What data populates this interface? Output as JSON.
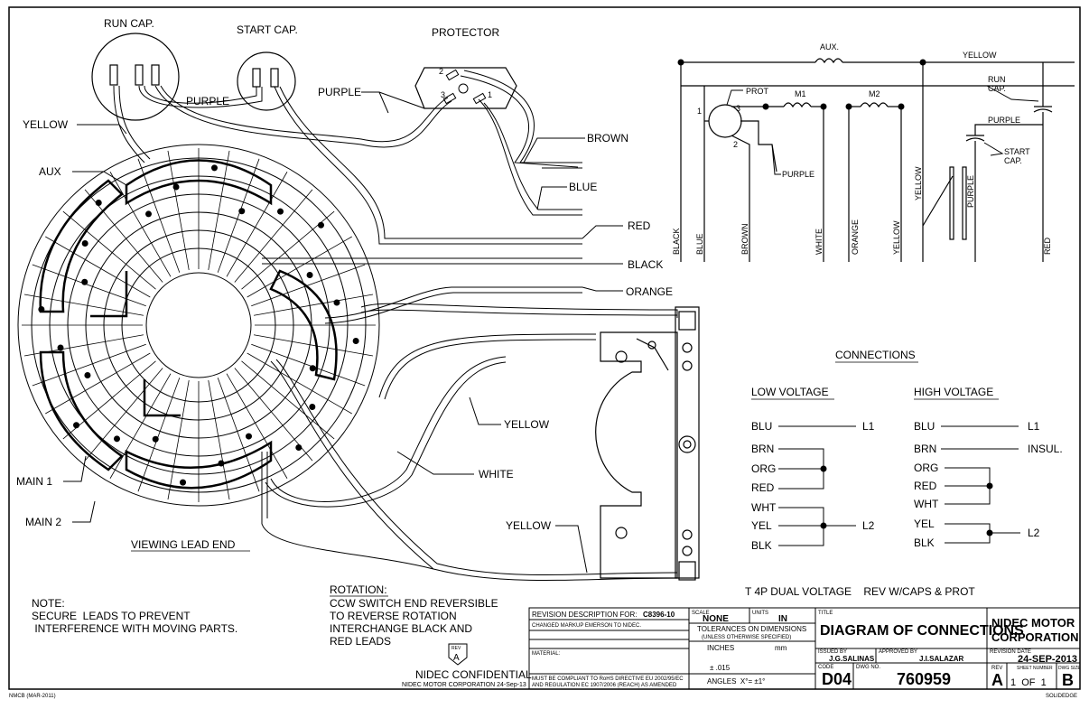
{
  "left_diagram": {
    "cap_labels": {
      "run": "RUN CAP.",
      "start": "START CAP.",
      "protector": "PROTECTOR"
    },
    "protector_terminals": [
      "2",
      "3",
      "1"
    ],
    "wire_labels": {
      "purple_caps": "PURPLE",
      "purple_prot": "PURPLE",
      "yellow_top": "YELLOW",
      "aux": "AUX",
      "main1": "MAIN 1",
      "main2": "MAIN 2",
      "brown": "BROWN",
      "blue": "BLUE",
      "red": "RED",
      "black": "BLACK",
      "orange": "ORANGE",
      "yellow_mid": "YELLOW",
      "white": "WHITE",
      "yellow_low": "YELLOW"
    },
    "viewing": "VIEWING LEAD END"
  },
  "schematic": {
    "aux": "AUX.",
    "yellow_top": "YELLOW",
    "run_cap": [
      "RUN",
      "CAP."
    ],
    "purple_right": "PURPLE",
    "start_cap": [
      "START",
      "CAP."
    ],
    "prot": "PROT",
    "prot_terminals": [
      "1",
      "3",
      "2"
    ],
    "m1": "M1",
    "m2": "M2",
    "purple_prot": "PURPLE",
    "verticals": [
      "BLACK",
      "BLUE",
      "BROWN",
      "WHITE",
      "ORANGE",
      "YELLOW",
      "YELLOW",
      "PURPLE",
      "RED"
    ]
  },
  "connections": {
    "title": "CONNECTIONS",
    "low": {
      "title": "LOW VOLTAGE",
      "rows": [
        "BLU",
        "BRN",
        "ORG",
        "RED",
        "WHT",
        "YEL",
        "BLK"
      ],
      "l1": "L1",
      "l2": "L2"
    },
    "high": {
      "title": "HIGH VOLTAGE",
      "rows": [
        "BLU",
        "BRN",
        "ORG",
        "RED",
        "WHT",
        "YEL",
        "BLK"
      ],
      "l1": "L1",
      "insul": "INSUL.",
      "l2": "L2"
    },
    "subtitle": "T 4P DUAL VOLTAGE    REV W/CAPS & PROT"
  },
  "notes": {
    "note_head": "NOTE:",
    "note_lines": [
      "SECURE  LEADS TO PREVENT",
      " INTERFERENCE WITH MOVING PARTS."
    ],
    "rotation_head": "ROTATION:",
    "rotation_lines": [
      "CCW SWITCH END REVERSIBLE",
      "TO REVERSE ROTATION",
      "INTERCHANGE BLACK AND",
      "RED LEADS"
    ],
    "rev_badge_head": "REV",
    "rev_badge_letter": "A",
    "confidential": "NIDEC CONFIDENTIAL",
    "confidential_sub": "NIDEC MOTOR CORPORATION 24-Sep-13"
  },
  "title_block": {
    "rev_desc_label": "REVISION DESCRIPTION FOR:",
    "rev_desc_num": "C8396-10",
    "rev_desc_text": "CHANGED MARKUP EMERSON TO NIDEC.",
    "material_label": "MATERIAL:",
    "rohs1": "MUST BE COMPLIANT TO RoHS DIRECTIVE EU 2002/95/EC",
    "rohs2": "AND REGULATION EC 1907/2006 (REACH) AS AMENDED",
    "scale_label": "SCALE",
    "scale_value": "NONE",
    "units_label": "UNITS",
    "units_value": "IN",
    "tol1": "TOLERANCES ON DIMENSIONS",
    "tol2": "(UNLESS OTHERWISE SPECIFIED)",
    "inches": "INCHES",
    "mm": "mm",
    "tol_value": "± .015",
    "angles": "ANGLES  X°= ±1°",
    "title_label": "TITLE",
    "title": "DIAGRAM OF CONNECTIONS",
    "issued_label": "ISSUED BY",
    "issued": "J.G.SALINAS",
    "approved_label": "APPROVED BY",
    "approved": "J.I.SALAZAR",
    "code_label": "CODE",
    "code": "D04",
    "dwg_label": "DWG NO.",
    "dwg": "760959",
    "company1": "NIDEC MOTOR",
    "company2": "CORPORATION",
    "revdate_label": "REVISION DATE",
    "revdate": "24-SEP-2013",
    "rev_label": "REV",
    "rev": "A",
    "sheet_label": "SHEET NUMBER",
    "sheet": "1  OF  1",
    "size_label": "DWG SIZE",
    "size": "B"
  },
  "footer": {
    "left": "NMCB (MAR-2011)",
    "right": "SOLIDEDGE"
  }
}
